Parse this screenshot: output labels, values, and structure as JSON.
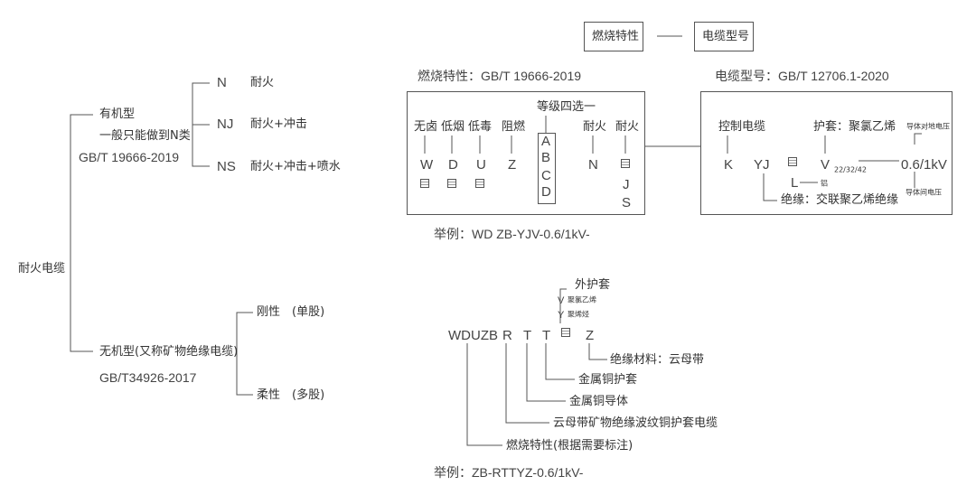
{
  "tree": {
    "root": "耐火电缆",
    "organic": {
      "title": "有机型",
      "note": "一般只能做到N类",
      "standard": "GB/T 19666-2019",
      "classes": [
        {
          "code": "N",
          "desc": "耐火"
        },
        {
          "code": "NJ",
          "desc": "耐火+冲击"
        },
        {
          "code": "NS",
          "desc": "耐火+冲击+喷水"
        }
      ]
    },
    "inorganic": {
      "title": "无机型(又称矿物绝缘电缆)",
      "standard": "GB/T34926-2017",
      "types": [
        {
          "name": "刚性",
          "note": "(单股)"
        },
        {
          "name": "柔性",
          "note": "(多股)"
        }
      ]
    }
  },
  "header": {
    "left_box": "燃烧特性",
    "right_box": "电缆型号"
  },
  "combustion": {
    "title": "燃烧特性：GB/T 19666-2019",
    "grade_label": "等级四选一",
    "items": [
      {
        "label": "无卤",
        "code": "W"
      },
      {
        "label": "低烟",
        "code": "D"
      },
      {
        "label": "低毒",
        "code": "U"
      },
      {
        "label": "阻燃",
        "code": "Z"
      },
      {
        "label": "耐火",
        "code": "N"
      },
      {
        "label": "耐火",
        "code": ""
      }
    ],
    "grades": [
      "A",
      "B",
      "C",
      "D"
    ],
    "fire_sub": [
      "J",
      "S"
    ],
    "example": "举例：WD ZB-YJV-0.6/1kV-"
  },
  "model": {
    "title": "电缆型号：GB/T 12706.1-2020",
    "control_label": "控制电缆",
    "sheath_label": "护套：聚氯乙烯",
    "insulation_label": "绝缘：交联聚乙烯绝缘",
    "codes": {
      "k": "K",
      "yj": "YJ",
      "v": "V",
      "armor": "22/32/42",
      "voltage": "0.6/1kV",
      "l": "L"
    },
    "aluminum": "铝",
    "ground_voltage": "导体对地电压",
    "phase_voltage": "导体间电压"
  },
  "mineral": {
    "outer_sheath": "外护套",
    "sheath_options": [
      {
        "code": "V",
        "desc": "聚氯乙烯"
      },
      {
        "code": "Y",
        "desc": "聚烯烃"
      }
    ],
    "codes": [
      "WDUZB",
      "R",
      "T",
      "T",
      "Z"
    ],
    "legend": [
      "绝缘材料：云母带",
      "金属铜护套",
      "金属铜导体",
      "云母带矿物绝缘波纹铜护套电缆",
      "燃烧特性(根据需要标注)"
    ],
    "example": "举例：ZB-RTTYZ-0.6/1kV-"
  }
}
